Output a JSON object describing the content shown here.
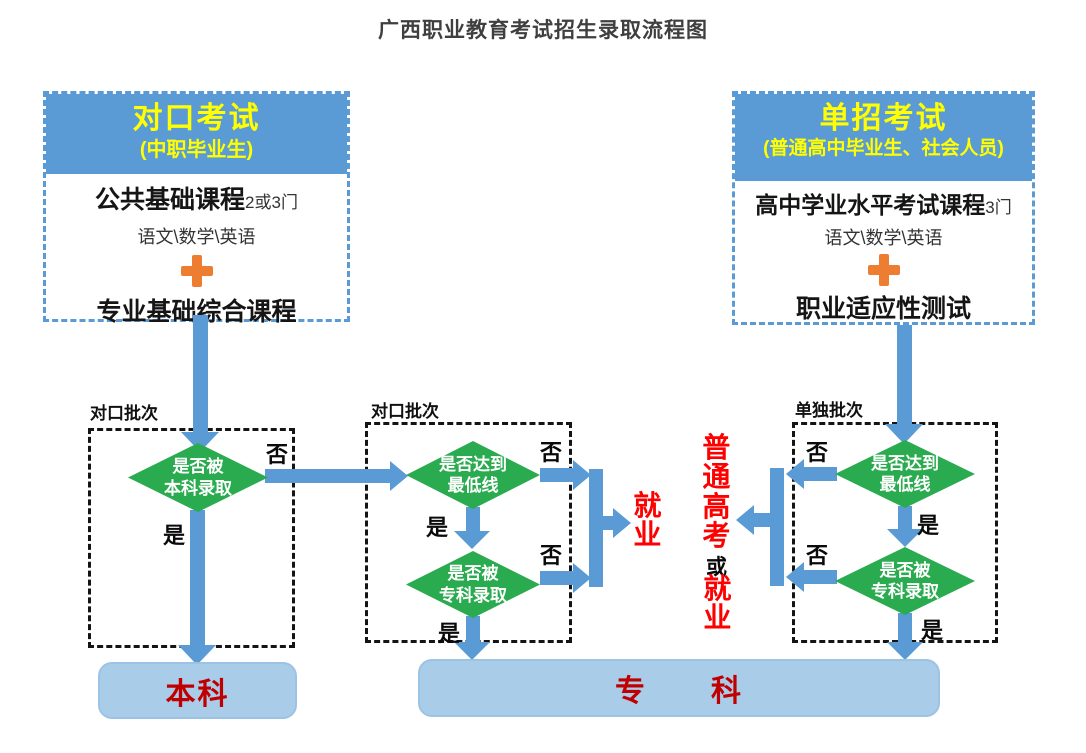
{
  "title": "广西职业教育考试招生录取流程图",
  "left_exam": {
    "title": "对口考试",
    "subtitle": "(中职毕业生)",
    "course1_bold": "公共基础课程",
    "course1_note": "2或3门",
    "subjects": "语文\\数学\\英语",
    "course2": "专业基础综合课程"
  },
  "right_exam": {
    "title": "单招考试",
    "subtitle": "(普通高中毕业生、社会人员)",
    "course1_bold": "高中学业水平考试课程",
    "course1_note": "3门",
    "subjects": "语文\\数学\\英语",
    "course2": "职业适应性测试"
  },
  "batch_labels": {
    "left": "对口批次",
    "middle": "对口批次",
    "right": "单独批次"
  },
  "decisions": {
    "benke_admit": {
      "line1": "是否被",
      "line2": "本科录取"
    },
    "mid_minline": {
      "line1": "是否达到",
      "line2": "最低线"
    },
    "mid_zhuanke_admit": {
      "line1": "是否被",
      "line2": "专科录取"
    },
    "right_minline": {
      "line1": "是否达到",
      "line2": "最低线"
    },
    "right_zhuanke_admit": {
      "line1": "是否被",
      "line2": "专科录取"
    }
  },
  "branch_labels": {
    "yes": "是",
    "no": "否"
  },
  "outcomes": {
    "employment_mid": "就业",
    "gaokao": "普通高考",
    "or": "或",
    "employment_right": "就业",
    "benke": "本科",
    "zhuanke": "专　　科"
  },
  "icons": {
    "plus": "+"
  },
  "colors": {
    "blue": "#5B9BD5",
    "light_blue": "#A9CCE9",
    "green": "#2BAB4F",
    "orange": "#ED7D31",
    "red": "#FF0000",
    "dark_red": "#C00000",
    "yellow": "#FFFF00"
  }
}
